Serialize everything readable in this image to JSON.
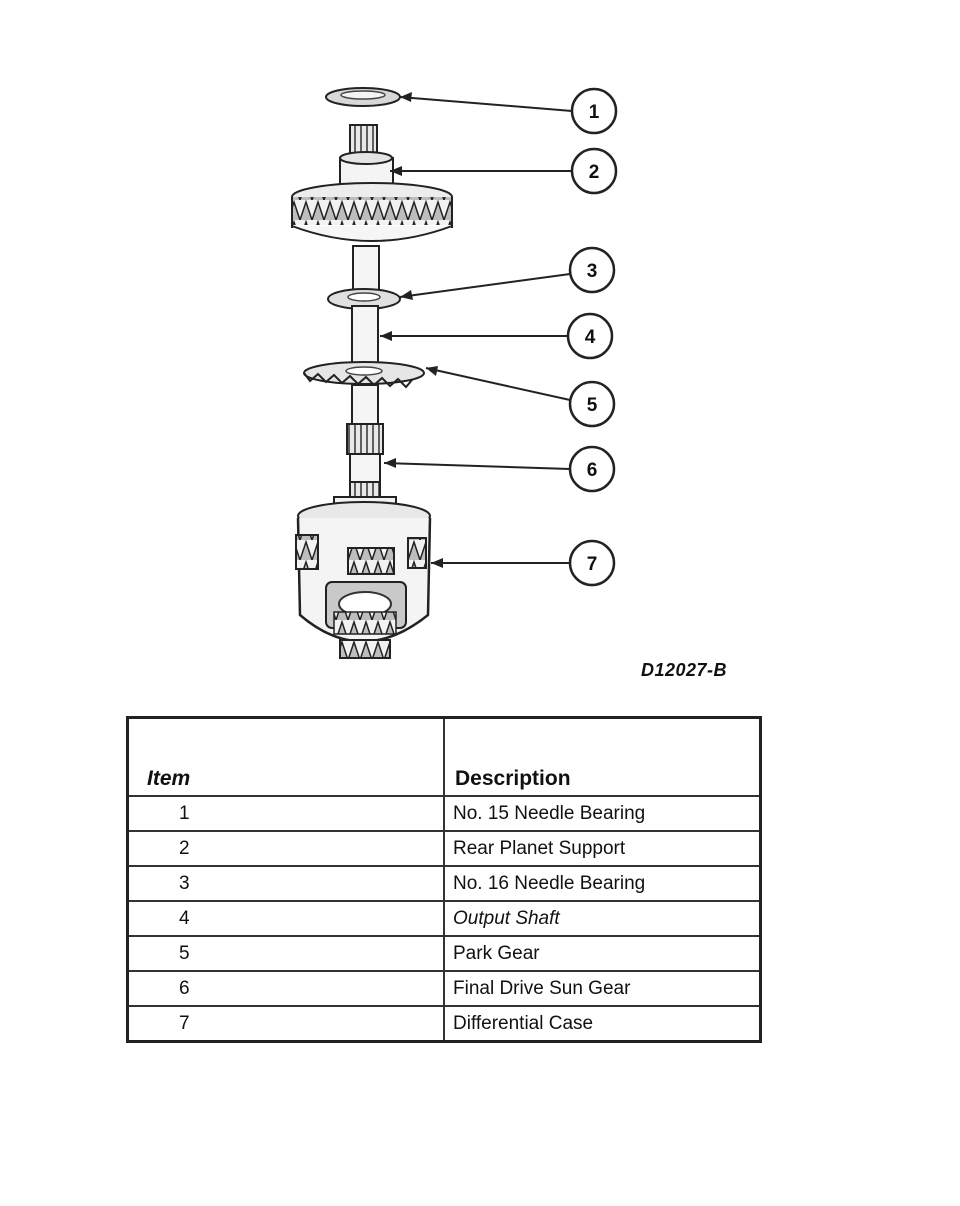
{
  "figure": {
    "code": "D12027-B",
    "callouts": [
      "1",
      "2",
      "3",
      "4",
      "5",
      "6",
      "7"
    ]
  },
  "table": {
    "headers": {
      "item": "Item",
      "description": "Description"
    },
    "rows": [
      {
        "item": "1",
        "description": "No. 15 Needle Bearing"
      },
      {
        "item": "2",
        "description": "Rear Planet Support"
      },
      {
        "item": "3",
        "description": "No. 16 Needle Bearing"
      },
      {
        "item": "4",
        "description": "Output Shaft"
      },
      {
        "item": "5",
        "description": "Park Gear"
      },
      {
        "item": "6",
        "description": "Final Drive Sun Gear"
      },
      {
        "item": "7",
        "description": "Differential Case"
      }
    ]
  }
}
